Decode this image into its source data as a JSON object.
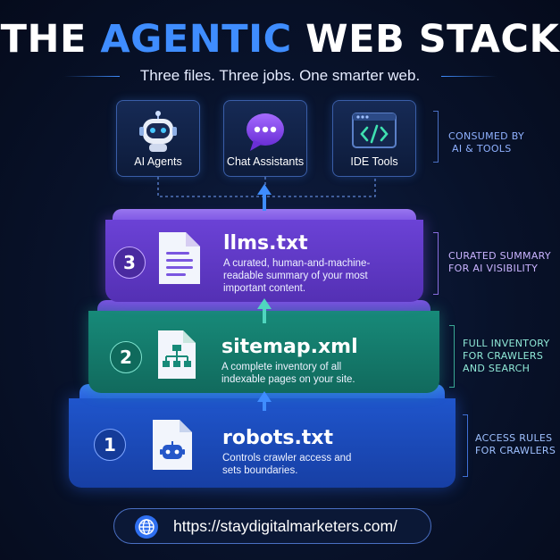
{
  "header": {
    "title_part1": "THE ",
    "title_accent": "AGENTIC",
    "title_part2": " WEB STACK",
    "subtitle": "Three files. Three jobs. One smarter web."
  },
  "consumers": [
    {
      "label": "AI Agents",
      "icon": "robot-icon"
    },
    {
      "label": "Chat Assistants",
      "icon": "chat-bubble-icon"
    },
    {
      "label": "IDE Tools",
      "icon": "code-window-icon"
    }
  ],
  "side_labels": {
    "consumed": [
      "CONSUMED BY",
      "AI & TOOLS"
    ],
    "llms": [
      "CURATED SUMMARY",
      "FOR AI VISIBILITY"
    ],
    "sitemap": [
      "FULL INVENTORY",
      "FOR CRAWLERS",
      "AND SEARCH"
    ],
    "robots": [
      "ACCESS RULES",
      "FOR CRAWLERS"
    ]
  },
  "layers": [
    {
      "number": "3",
      "title": "llms.txt",
      "description": [
        "A curated, human-and-machine-",
        "readable summary of your most",
        "important content."
      ],
      "icon": "document-icon",
      "color": "#6b3fd0"
    },
    {
      "number": "2",
      "title": "sitemap.xml",
      "description": [
        "A complete inventory of all",
        "indexable pages on your site."
      ],
      "icon": "sitemap-document-icon",
      "color": "#15806f"
    },
    {
      "number": "1",
      "title": "robots.txt",
      "description": [
        "Controls crawler access and",
        "sets boundaries."
      ],
      "icon": "robot-document-icon",
      "color": "#1a4fc4"
    }
  ],
  "footer": {
    "url": "https://staydigitalmarketers.com/",
    "icon": "globe-icon"
  },
  "colors": {
    "accent": "#3f8dff",
    "purple": "#6b3fd0",
    "teal": "#15806f",
    "blue": "#1a4fc4"
  }
}
